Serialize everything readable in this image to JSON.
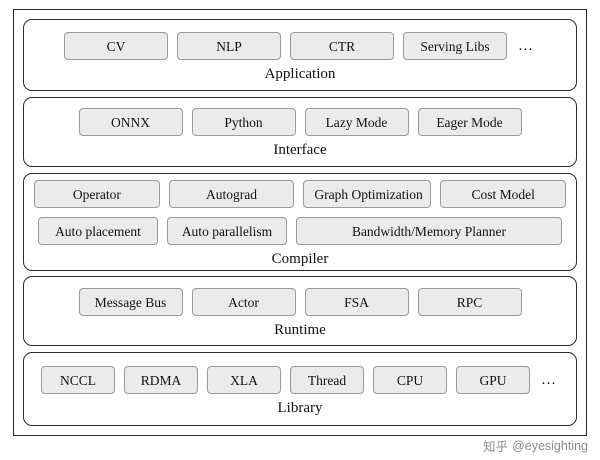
{
  "diagram": {
    "type": "layered-stack",
    "layers": [
      {
        "title": "Application",
        "rows": [
          {
            "nodes": [
              "CV",
              "NLP",
              "CTR",
              "Serving Libs"
            ],
            "trailing": "…"
          }
        ]
      },
      {
        "title": "Interface",
        "rows": [
          {
            "nodes": [
              "ONNX",
              "Python",
              "Lazy Mode",
              "Eager Mode"
            ],
            "trailing": ""
          }
        ]
      },
      {
        "title": "Compiler",
        "rows": [
          {
            "nodes": [
              "Operator",
              "Autograd",
              "Graph Optimization",
              "Cost Model"
            ],
            "trailing": ""
          },
          {
            "nodes": [
              "Auto placement",
              "Auto parallelism",
              "Bandwidth/Memory Planner"
            ],
            "trailing": ""
          }
        ]
      },
      {
        "title": "Runtime",
        "rows": [
          {
            "nodes": [
              "Message Bus",
              "Actor",
              "FSA",
              "RPC"
            ],
            "trailing": ""
          }
        ]
      },
      {
        "title": "Library",
        "rows": [
          {
            "nodes": [
              "NCCL",
              "RDMA",
              "XLA",
              "Thread",
              "CPU",
              "GPU"
            ],
            "trailing": "…"
          }
        ]
      }
    ]
  },
  "watermark": {
    "logo": "知乎",
    "text": "@eyesighting"
  },
  "colors": {
    "node_fill": "#ebebeb",
    "node_border": "#9a9a9a",
    "frame_border": "#2b2b2b",
    "text": "#111111",
    "watermark": "#8d8d8d"
  }
}
